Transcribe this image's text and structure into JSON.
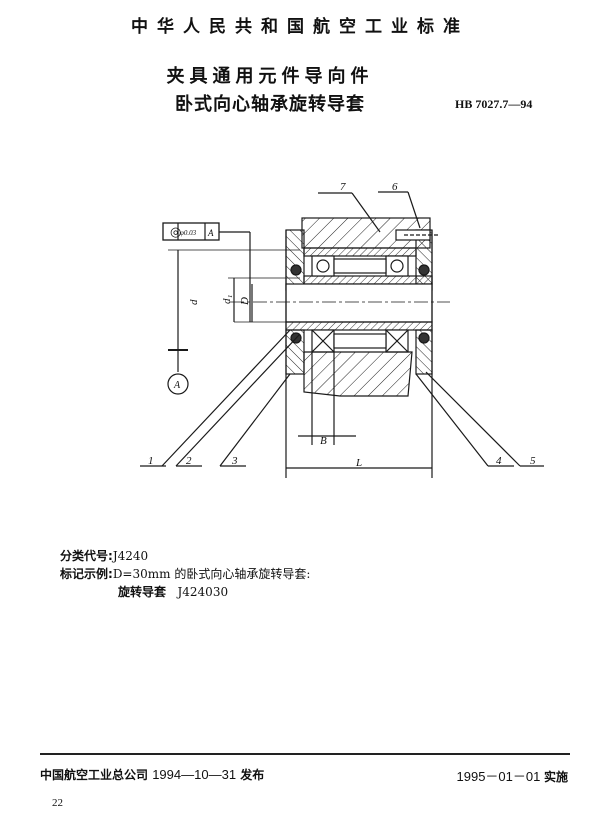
{
  "header": {
    "standard_body": "中华人民共和国航空工业标准",
    "title_line1": "夹具通用元件导向件",
    "title_line2": "卧式向心轴承旋转导套",
    "standard_code": "HB 7027.7—94"
  },
  "drawing": {
    "tolerance_frame": {
      "symbol": "◎",
      "value": "φ0.03",
      "datum": "A"
    },
    "datum_label": "A",
    "dimensions": {
      "d": "d",
      "d1": "d₁",
      "D": "D",
      "B": "B",
      "L": "L"
    },
    "part_callouts": [
      "1",
      "2",
      "3",
      "4",
      "5",
      "6",
      "7"
    ]
  },
  "notes": {
    "classification_label": "分类代号:",
    "classification_value": "J4240",
    "marking_example_label": "标记示例:",
    "marking_example_text": "D=30mm 的卧式向心轴承旋转导套:",
    "marking_example_name": "旋转导套",
    "marking_example_code": "J424030"
  },
  "footer": {
    "issuer": "中国航空工业总公司",
    "issue_date": "1994—10—31",
    "issue_word": "发布",
    "effective_date": "1995－01－01",
    "effective_word": "实施",
    "page_number": "22"
  }
}
